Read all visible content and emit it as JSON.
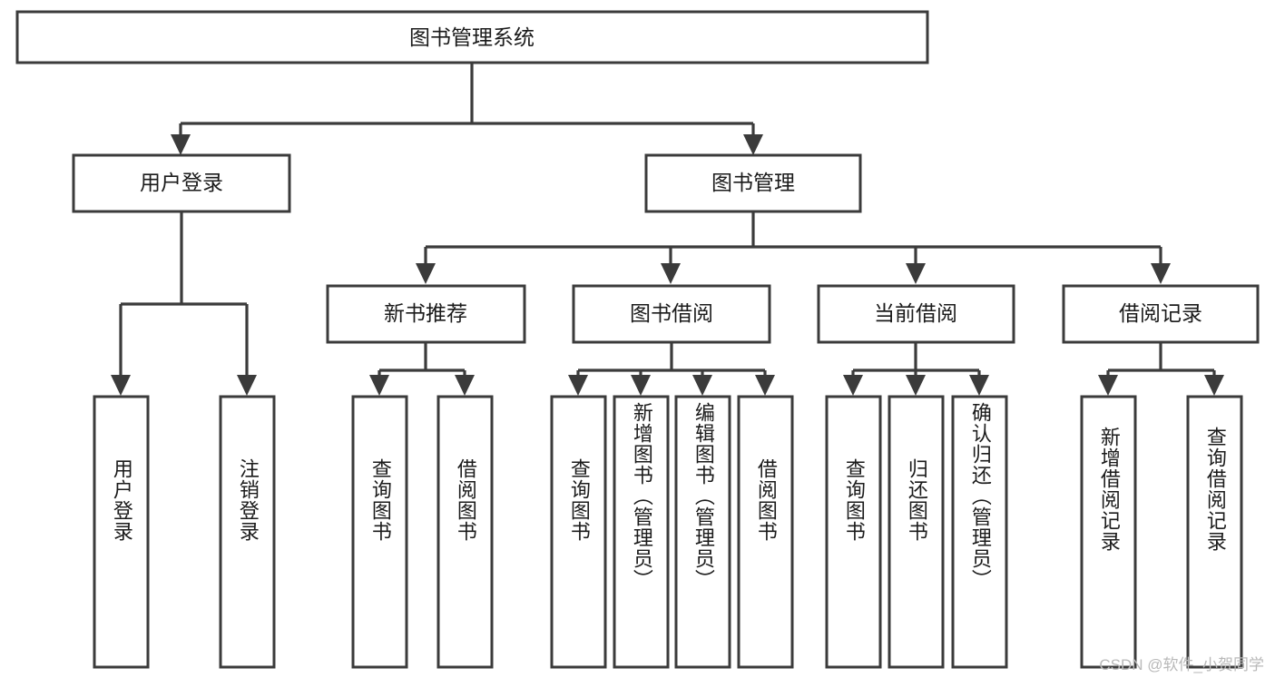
{
  "diagram": {
    "title": "图书管理系统",
    "type": "tree",
    "watermark": "CSDN @软件_小贺同学",
    "colors": {
      "box_stroke": "#3b3b3b",
      "box_fill": "#ffffff",
      "connector": "#3b3b3b",
      "text": "#1b1b1b",
      "watermark": "#b9b9b9",
      "background": "#ffffff"
    },
    "root": {
      "label": "图书管理系统"
    },
    "level2": [
      {
        "label": "用户登录"
      },
      {
        "label": "图书管理"
      }
    ],
    "level3": [
      {
        "label": "新书推荐"
      },
      {
        "label": "图书借阅"
      },
      {
        "label": "当前借阅"
      },
      {
        "label": "借阅记录"
      }
    ],
    "groups": [
      {
        "parent": "用户登录",
        "leaves": [
          {
            "label": "用户登录"
          },
          {
            "label": "注销登录"
          }
        ]
      },
      {
        "parent": "新书推荐",
        "leaves": [
          {
            "label": "查询图书"
          },
          {
            "label": "借阅图书"
          }
        ]
      },
      {
        "parent": "图书借阅",
        "leaves": [
          {
            "label": "查询图书"
          },
          {
            "label": "新增图书（管理员）"
          },
          {
            "label": "编辑图书（管理员）"
          },
          {
            "label": "借阅图书"
          }
        ]
      },
      {
        "parent": "当前借阅",
        "leaves": [
          {
            "label": "查询图书"
          },
          {
            "label": "归还图书"
          },
          {
            "label": "确认归还（管理员）"
          }
        ]
      },
      {
        "parent": "借阅记录",
        "leaves": [
          {
            "label": "新增借阅记录"
          },
          {
            "label": "查询借阅记录"
          }
        ]
      }
    ]
  }
}
